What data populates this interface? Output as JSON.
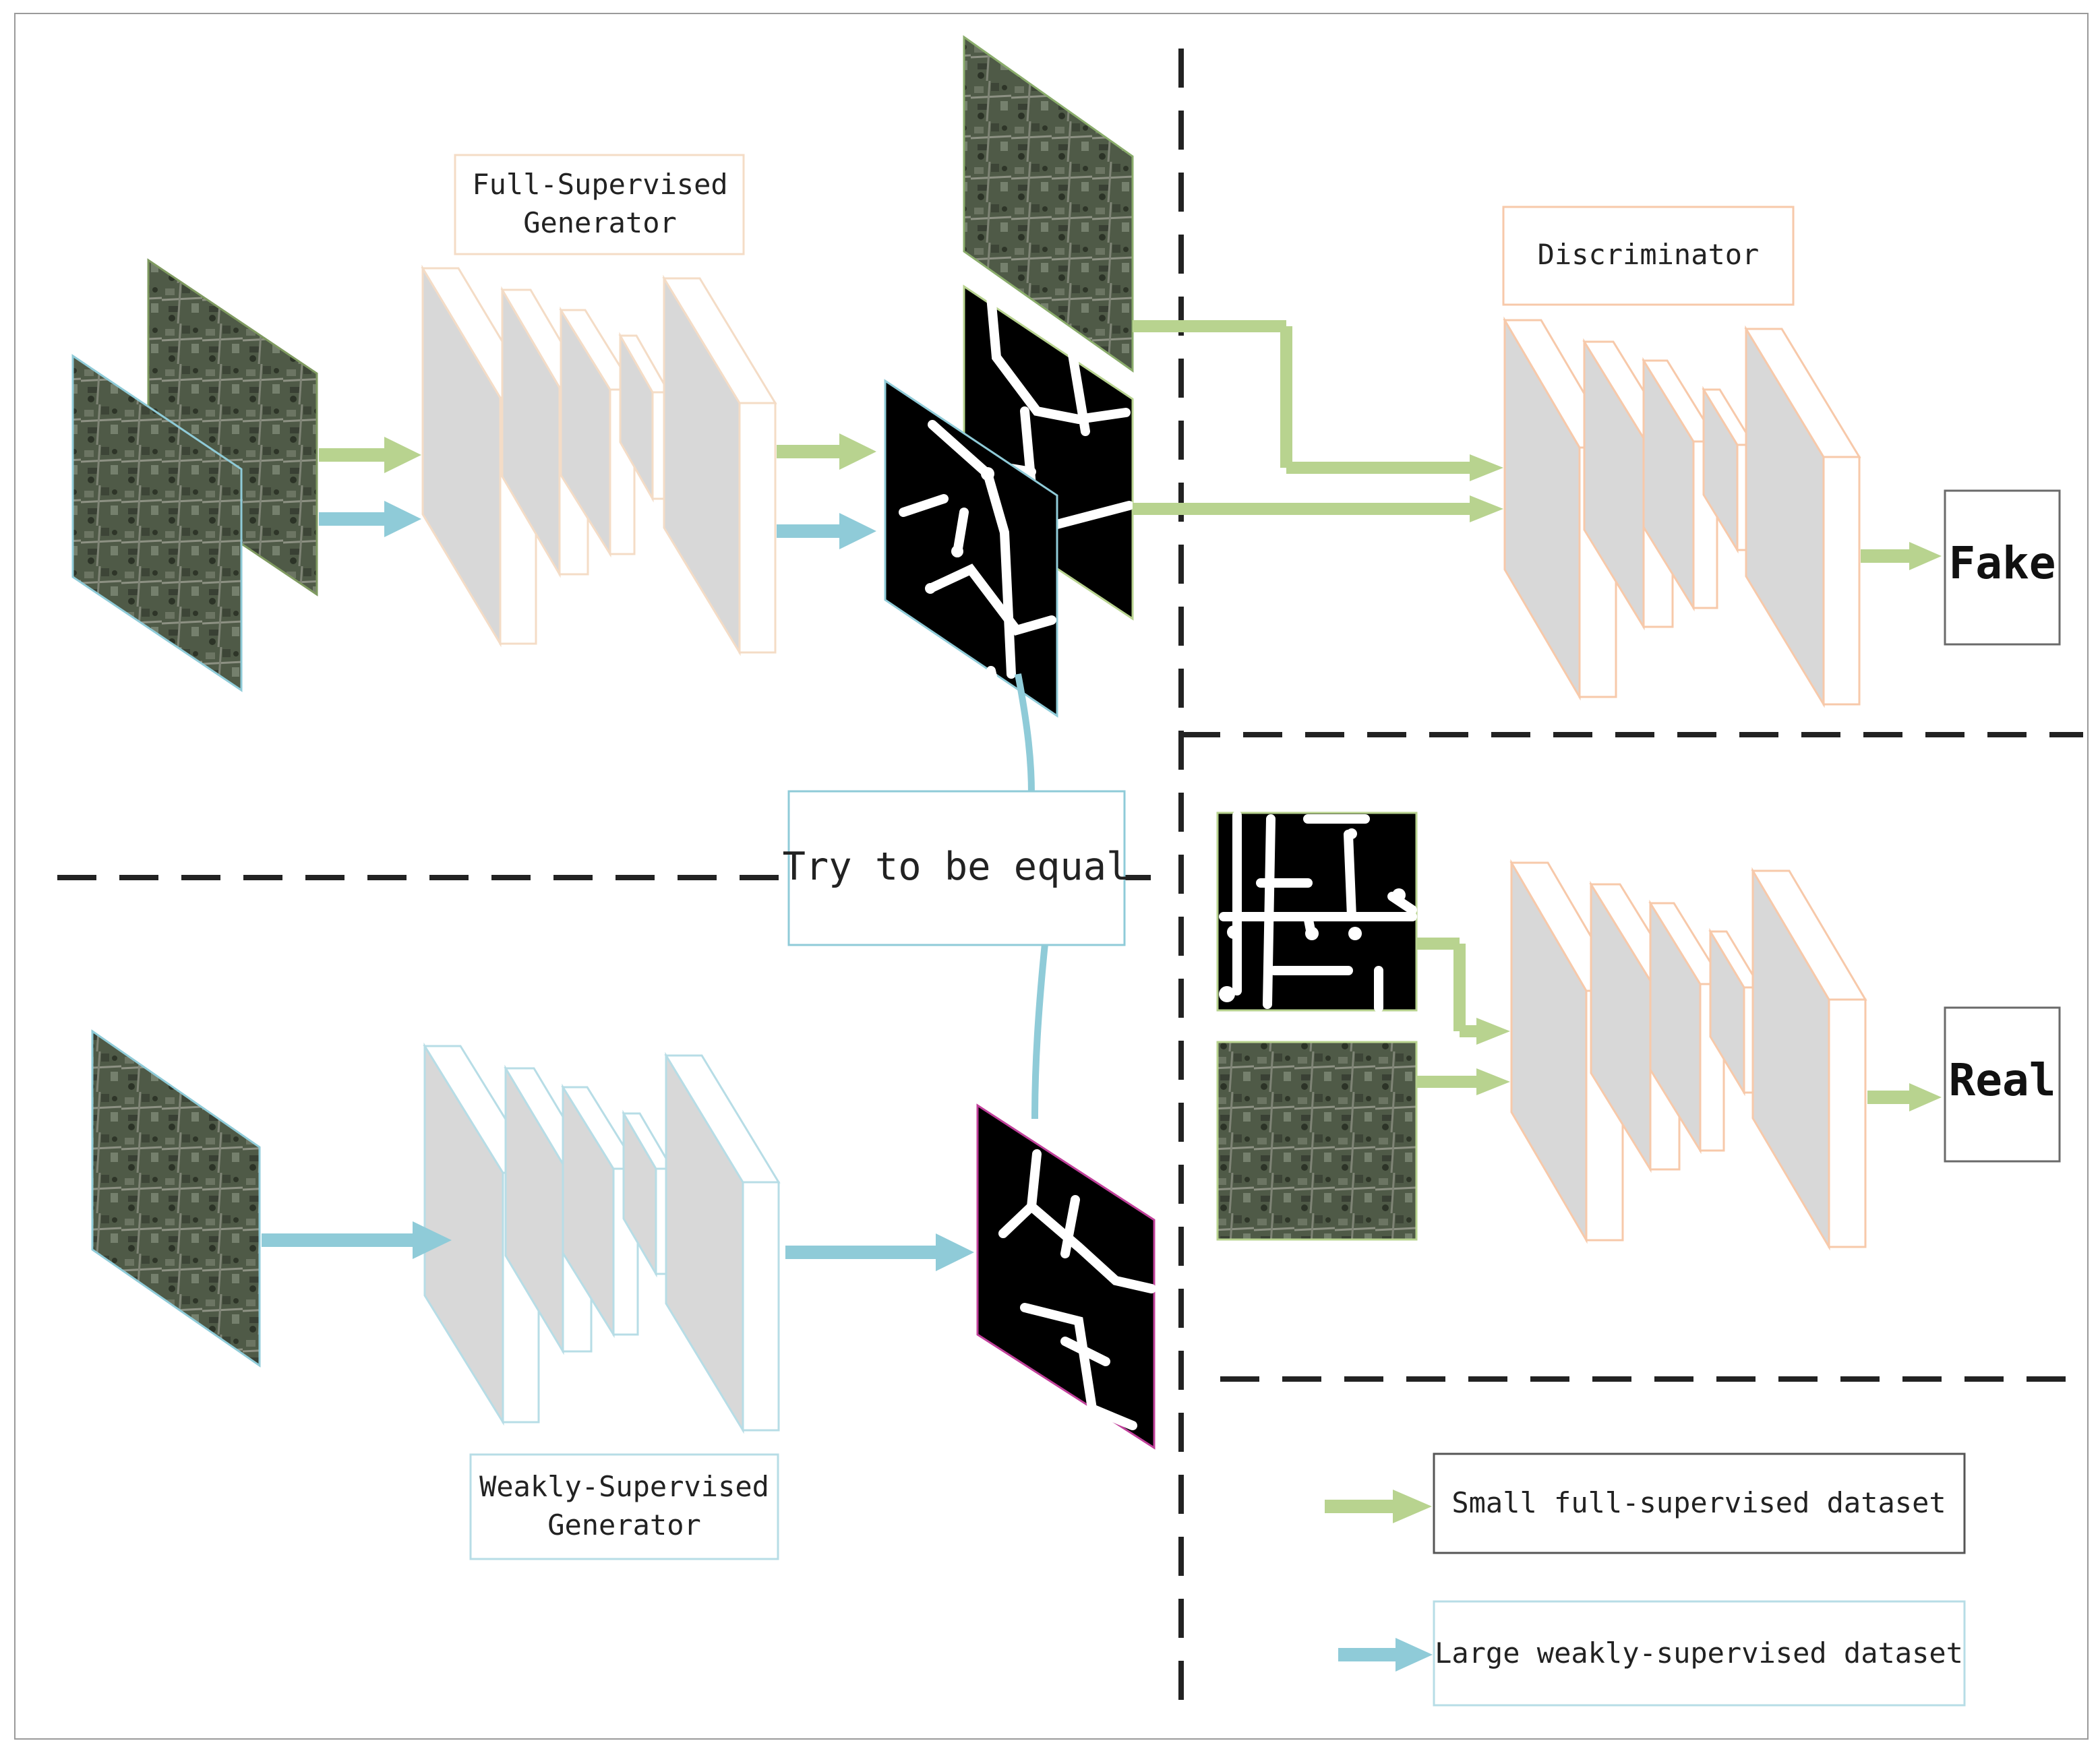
{
  "labels": {
    "full_generator": [
      "Full-Supervised",
      "Generator"
    ],
    "weak_generator": [
      "Weakly-Supervised",
      "Generator"
    ],
    "discriminator": "Discriminator",
    "try_equal": "Try to be equal",
    "fake": "Fake",
    "real": "Real"
  },
  "legend": {
    "small_full": "Small full-supervised dataset",
    "large_weak": "Large weakly-supervised dataset"
  },
  "colors": {
    "full_supervised_arrow": "#b8d38f",
    "weak_supervised_arrow": "#8fcbd8",
    "block_face": "#ffffff",
    "block_side": "#d8d8d8",
    "generator_full_outline": "#f4dcc6",
    "generator_weak_outline": "#b7dde6",
    "discriminator_outline": "#f7c9aa",
    "mask_bg": "#000000",
    "road_white": "#ffffff",
    "aerial_tone": "#4f5a47",
    "dashed_line": "#222222",
    "weak_mask_border": "#c0409a"
  },
  "icons": [
    "aerial-image",
    "road-mask",
    "network-block",
    "arrow"
  ]
}
